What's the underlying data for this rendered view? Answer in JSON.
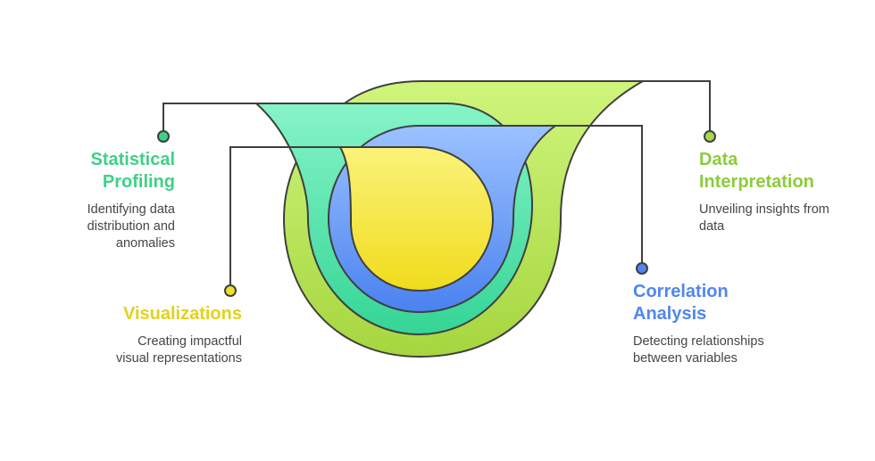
{
  "colors": {
    "outline": "#3f3f3f",
    "lime": "#c5f36e",
    "lime_dark": "#a9d94a",
    "teal": "#7cf0c1",
    "teal_dark": "#3fd7a0",
    "blue": "#8fb7ff",
    "blue_dark": "#4f86f0",
    "yellow": "#f4e64a",
    "yellow_light": "#fffba8"
  },
  "items": [
    {
      "id": "statistical-profiling",
      "title_lines": [
        "Statistical",
        "Profiling"
      ],
      "description_lines": [
        "Identifying data",
        "distribution and",
        "anomalies"
      ],
      "color": "#3fd088",
      "dot_color": "#3fd088"
    },
    {
      "id": "visualizations",
      "title_lines": [
        "Visualizations"
      ],
      "description_lines": [
        "Creating impactful",
        "visual representations"
      ],
      "color": "#e2d21c",
      "dot_color": "#f0de2c"
    },
    {
      "id": "data-interpretation",
      "title_lines": [
        "Data",
        "Interpretation"
      ],
      "description_lines": [
        "Unveiling insights from",
        "data"
      ],
      "color": "#8ccc3c",
      "dot_color": "#a7d94a"
    },
    {
      "id": "correlation-analysis",
      "title_lines": [
        "Correlation",
        "Analysis"
      ],
      "description_lines": [
        "Detecting relationships",
        "between variables"
      ],
      "color": "#4f86f0",
      "dot_color": "#4f86f0"
    }
  ]
}
